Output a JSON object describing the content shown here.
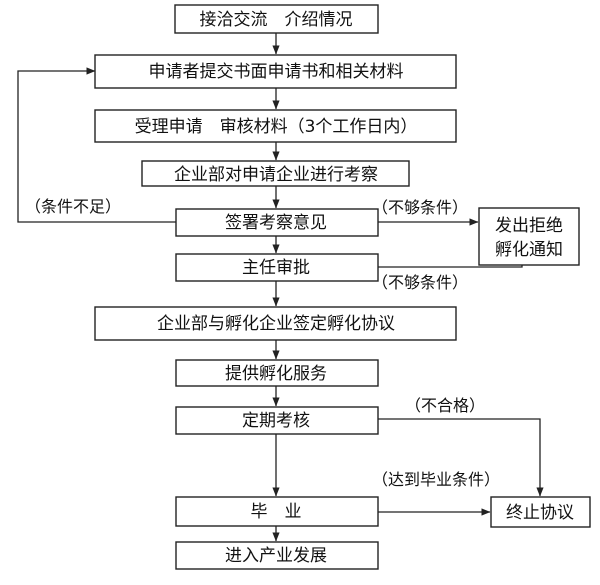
{
  "nodes": {
    "n1": "接洽交流　介绍情况",
    "n2": "申请者提交书面申请书和相关材料",
    "n3": "受理申请　审核材料（3个工作日内）",
    "n4": "企业部对申请企业进行考察",
    "n5": "签署考察意见",
    "n6": "主任审批",
    "n7": "企业部与孵化企业签定孵化协议",
    "n8": "提供孵化服务",
    "n9": "定期考核",
    "n10": "毕　业",
    "n11": "进入产业发展",
    "reject_line1": "发出拒绝",
    "reject_line2": "孵化通知",
    "terminate": "终止协议"
  },
  "edge_labels": {
    "insufficient": "（条件不足）",
    "not_enough_1": "（不够条件）",
    "not_enough_2": "（不够条件）",
    "unqualified": "（不合格）",
    "graduation_reached": "（达到毕业条件）"
  },
  "colors": {
    "line": "#222222",
    "background": "#ffffff"
  }
}
